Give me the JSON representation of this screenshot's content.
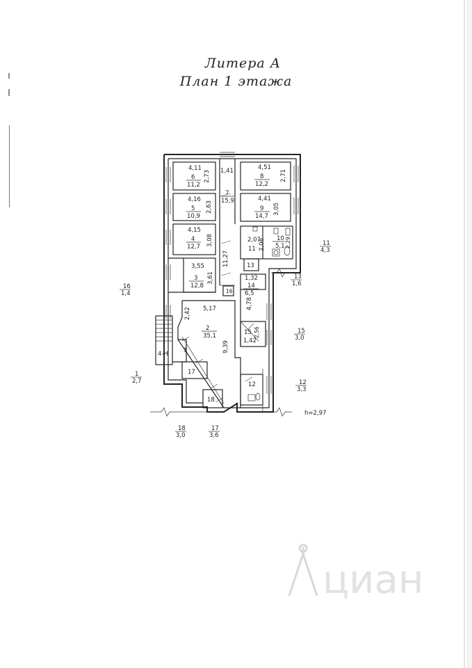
{
  "title_line1": "Литера А",
  "title_line2": "План 1 этажа",
  "height_note": "h=2,97",
  "watermark_text": "циан",
  "rooms": [
    {
      "id": "r6",
      "number": "6",
      "area": "11,2",
      "width": "4,11",
      "depth": "2,73"
    },
    {
      "id": "r5",
      "number": "5",
      "area": "10,9",
      "width": "4,16",
      "depth": "2,63"
    },
    {
      "id": "r4",
      "number": "4",
      "area": "12,7",
      "width": "4,15",
      "depth": "3,08"
    },
    {
      "id": "r3",
      "number": "3",
      "area": "12,8",
      "width": "3,55",
      "depth": "3,61"
    },
    {
      "id": "r2",
      "number": "2",
      "area": "35,1",
      "width": "5,17",
      "depth": "9,39",
      "side": "2,42"
    },
    {
      "id": "r7",
      "number": "7",
      "area": "15,9",
      "width": "1,41",
      "depth": "11,27"
    },
    {
      "id": "r8",
      "number": "8",
      "area": "12,2",
      "width": "4,51",
      "depth": "2,71"
    },
    {
      "id": "r9",
      "number": "9",
      "area": "14,7",
      "width": "4,41",
      "depth": "3,05"
    },
    {
      "id": "r10",
      "number": "10",
      "area": "5,1",
      "width": "2,07",
      "depth": "2,29",
      "depth2": "2,06"
    },
    {
      "id": "r11",
      "number": "11"
    },
    {
      "id": "r13",
      "number": "13"
    },
    {
      "id": "r14",
      "number": "14",
      "area": "6,5",
      "width": "1,32",
      "depth": "4,78"
    },
    {
      "id": "r15",
      "number": "15",
      "width": "1,42",
      "depth": "2,56"
    },
    {
      "id": "r12",
      "number": "12"
    },
    {
      "id": "r16",
      "number": "16"
    },
    {
      "id": "r17",
      "number": "17"
    },
    {
      "id": "r18",
      "number": "18"
    },
    {
      "id": "r1",
      "number": "1"
    }
  ],
  "entry_label": "4-Н",
  "outside": [
    {
      "id": "o16",
      "number": "16",
      "area": "1,4"
    },
    {
      "id": "o1",
      "number": "1",
      "area": "2,7"
    },
    {
      "id": "o18",
      "number": "18",
      "area": "3,0"
    },
    {
      "id": "o17",
      "number": "17",
      "area": "3,6"
    },
    {
      "id": "o11",
      "number": "11",
      "area": "4,3"
    },
    {
      "id": "o13",
      "number": "13",
      "area": "1,6"
    },
    {
      "id": "o15",
      "number": "15",
      "area": "3,0"
    },
    {
      "id": "o12",
      "number": "12",
      "area": "3,3"
    }
  ]
}
